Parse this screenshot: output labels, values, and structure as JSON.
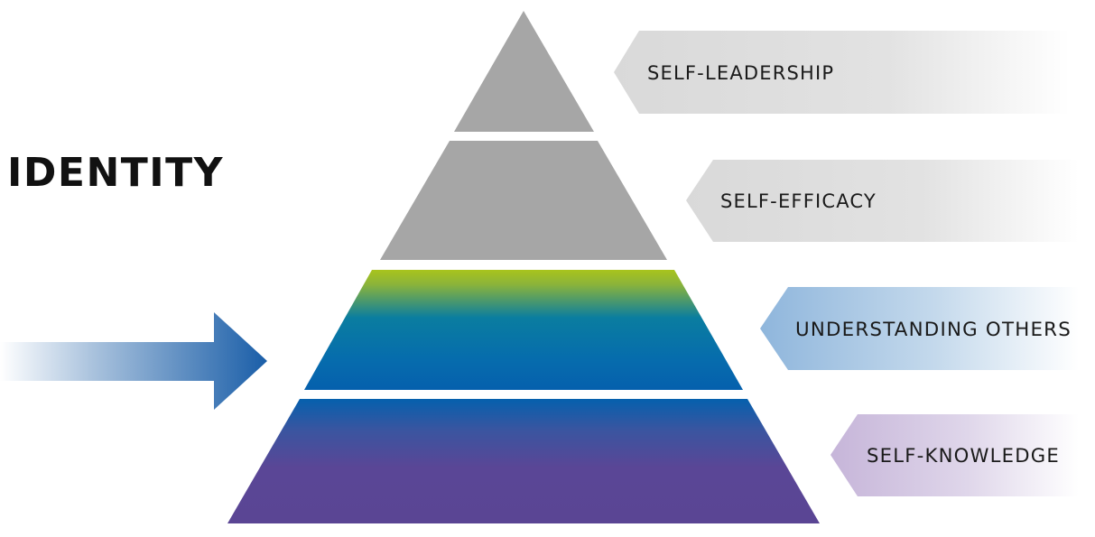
{
  "identity": {
    "title": "IDENTITY"
  },
  "pyramid": {
    "levels": [
      {
        "label": "SELF-LEADERSHIP"
      },
      {
        "label": "SELF-EFFICACY"
      },
      {
        "label": "UNDERSTANDING OTHERS"
      },
      {
        "label": "SELF-KNOWLEDGE"
      }
    ]
  },
  "colors": {
    "gray_level": "#a6a6a6",
    "green_top": "#a7c01c",
    "teal_mid": "#0477a3",
    "blue": "#0563ad",
    "purple": "#5a4596",
    "arrow_blue": "#1f5fa6"
  }
}
